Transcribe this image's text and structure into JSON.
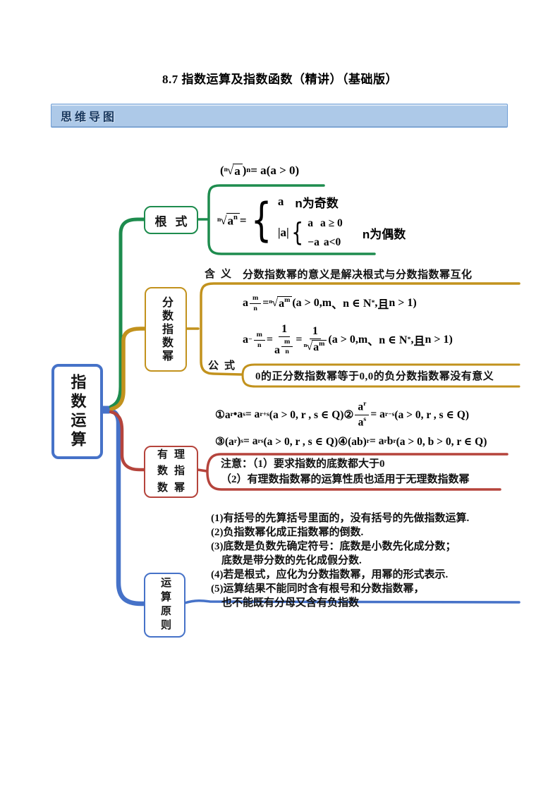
{
  "page": {
    "title": "8.7 指数运算及指数函数（精讲）（基础版）"
  },
  "banner": {
    "label": "思维导图"
  },
  "colors": {
    "green": "#1e8c4e",
    "gold": "#c2921d",
    "red": "#b5443c",
    "blue": "#4672c8",
    "banner_fill": "#adc9e8",
    "banner_border": "#6f9ed6",
    "banner_text": "#17375e"
  },
  "mindmap": {
    "root": {
      "label": "指数运算"
    },
    "radical": {
      "label": "根式",
      "formula_power": [
        "(",
        {
          "t": "rad",
          "idx": "n",
          "v": "a"
        },
        ")",
        {
          "t": "sup",
          "v": "n"
        },
        " = a(a > 0)"
      ],
      "formula_cases": [
        {
          "t": "rad",
          "idx": "n",
          "v": [
            "a",
            {
              "t": "sup",
              "v": "n"
            }
          ]
        },
        " = ",
        {
          "t": "cases",
          "rows": [
            [
              "a",
              {
                "t": "sp",
                "w": 16
              },
              {
                "t": "cjk",
                "v": "n为奇数"
              }
            ],
            [
              "|a|",
              {
                "t": "cases",
                "rows": [
                  [
                    "a",
                    {
                      "t": "sp",
                      "w": 10
                    },
                    "a ≥ 0"
                  ],
                  [
                    "−a",
                    {
                      "t": "sp",
                      "w": 6
                    },
                    "a<0"
                  ]
                ]
              },
              {
                "t": "sp",
                "w": 28
              },
              {
                "t": "cjk",
                "v": "n为偶数"
              }
            ]
          ]
        }
      ]
    },
    "fraction": {
      "label": "分数指数幂",
      "meaning_label": "含义",
      "meaning_text": "分数指数幂的意义是解决根式与分数指数幂互化",
      "formula_label": "公式",
      "formula_pos": [
        "a",
        {
          "t": "sup",
          "v": [
            {
              "t": "frac",
              "num": "m",
              "den": "n"
            }
          ]
        },
        " = ",
        {
          "t": "rad",
          "idx": "n",
          "v": [
            "a",
            {
              "t": "sup",
              "v": "m"
            }
          ]
        },
        "(a > 0,m",
        {
          "t": "cjk",
          "v": "、"
        },
        " n ∈ N",
        {
          "t": "sup",
          "v": "*"
        },
        ",",
        {
          "t": "cjk",
          "v": "且"
        },
        "n > 1)"
      ],
      "formula_neg": [
        "a",
        {
          "t": "sup",
          "v": [
            "−",
            {
              "t": "frac",
              "num": "m",
              "den": "n"
            }
          ]
        },
        " = ",
        {
          "t": "frac",
          "num": "1",
          "den": [
            "a",
            {
              "t": "sup",
              "v": [
                {
                  "t": "frac",
                  "num": "m",
                  "den": "n"
                }
              ]
            }
          ]
        },
        " = ",
        {
          "t": "frac",
          "num": "1",
          "den": [
            {
              "t": "rad",
              "idx": "n",
              "v": [
                "a",
                {
                  "t": "sup",
                  "v": "m"
                }
              ]
            }
          ]
        },
        "(a > 0,m",
        {
          "t": "cjk",
          "v": "、"
        },
        " n ∈ N",
        {
          "t": "sup",
          "v": "*"
        },
        ",",
        {
          "t": "cjk",
          "v": "且"
        },
        "n > 1)"
      ],
      "zero_rule": "0的正分数指数幂等于0,0的负分数指数幂没有意义"
    },
    "rational": {
      "label": "有理数指数幂",
      "rule_line1": [
        "①a",
        {
          "t": "sup",
          "v": "r"
        },
        "•a",
        {
          "t": "sup",
          "v": "s"
        },
        "= a",
        {
          "t": "sup",
          "v": "r+s"
        },
        "(a > 0, r , s ∈ Q)②",
        {
          "t": "frac",
          "num": [
            "a",
            {
              "t": "sup",
              "v": "r"
            }
          ],
          "den": [
            "a",
            {
              "t": "sup",
              "v": "s"
            }
          ]
        },
        "= a",
        {
          "t": "sup",
          "v": "r−s"
        },
        "(a > 0, r , s ∈ Q)"
      ],
      "rule_line2": [
        "③(a",
        {
          "t": "sup",
          "v": "r"
        },
        ")",
        {
          "t": "sup",
          "v": "s"
        },
        "= a",
        {
          "t": "sup",
          "v": "rs"
        },
        "(a > 0, r , s ∈ Q)④(ab)",
        {
          "t": "sup",
          "v": "r"
        },
        "= a",
        {
          "t": "sup",
          "v": "r"
        },
        "b",
        {
          "t": "sup",
          "v": "r"
        },
        "(a > 0, b > 0, r ∈ Q)"
      ],
      "note_lines": [
        "注意：（1）要求指数的底数都大于0",
        "（2）有理数指数幂的运算性质也适用于无理数指数幂"
      ]
    },
    "principles": {
      "label": "运算原则",
      "items": [
        "(1)有括号的先算括号里面的，没有括号的先做指数运算.",
        "(2)负指数幂化成正指数幂的倒数.",
        "(3)底数是负数先确定符号：底数是小数先化成分数；",
        "　底数是带分数的先化成假分数.",
        "(4)若是根式，应化为分数指数幂，用幂的形式表示.",
        "(5)运算结果不能同时含有根号和分数指数幂，",
        "　也不能既有分母又含有负指数"
      ]
    }
  }
}
